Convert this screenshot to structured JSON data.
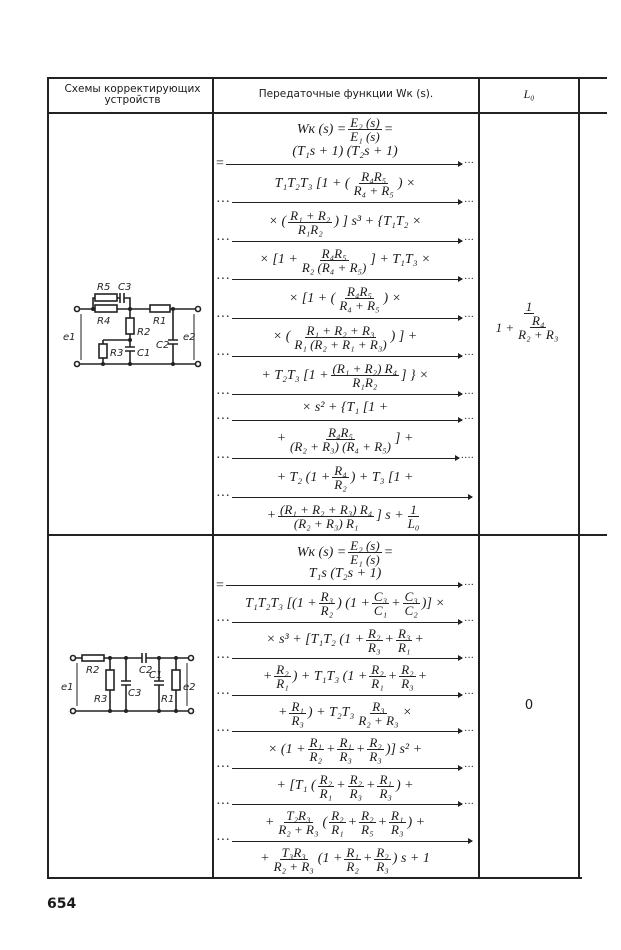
{
  "table": {
    "headers": {
      "schemes": "Схемы корректирующих устройств",
      "transfer": "Передаточные функции Wк (s).",
      "l0": "L₀"
    },
    "rows": [
      {
        "circuit_labels": {
          "r5": "R5",
          "c3": "C3",
          "r4": "R4",
          "r1": "R1",
          "r2": "R2",
          "c2": "C2",
          "r3": "R3",
          "c1": "C1",
          "e1": "e1",
          "e2": "e2"
        },
        "formula": [
          {
            "t": "eq",
            "s": [
              "Wк (s) = ",
              {
                "n": "E₂ (s)",
                "d": "E₁ (s)"
              },
              " ="
            ]
          },
          {
            "t": "eq",
            "s": [
              "(T₁s + 1) (T₂s + 1)"
            ]
          },
          {
            "t": "bar",
            "lead": "=",
            "tail": "···"
          },
          {
            "t": "eq",
            "s": [
              "T₁T₂T₃ [1 + (",
              {
                "n": "R₄R₅",
                "d": "R₄ + R₅"
              },
              ") ×"
            ]
          },
          {
            "t": "bar",
            "lead": "···",
            "tail": "···"
          },
          {
            "t": "eq",
            "s": [
              "× (",
              {
                "n": "R₁ + R₂",
                "d": "R₁R₂"
              },
              ") ] s³ + {T₁T₂ ×"
            ]
          },
          {
            "t": "bar",
            "lead": "···",
            "tail": "···"
          },
          {
            "t": "eq",
            "s": [
              "× [1 + ",
              {
                "n": "R₄R₅",
                "d": "R₂ (R₄ + R₅)"
              },
              "] + T₁T₃ ×"
            ]
          },
          {
            "t": "bar",
            "lead": "···",
            "tail": "···"
          },
          {
            "t": "eq",
            "s": [
              "× [1 + (",
              {
                "n": "R₄R₅",
                "d": "R₄ + R₅"
              },
              ") ×"
            ]
          },
          {
            "t": "bar",
            "lead": "···",
            "tail": "···"
          },
          {
            "t": "eq",
            "s": [
              "× (",
              {
                "n": "R₁ + R₂ + R₃",
                "d": "R₁ (R₂ + R₁ + R₃)"
              },
              ") ] +"
            ]
          },
          {
            "t": "bar",
            "lead": "···",
            "tail": "···"
          },
          {
            "t": "eq",
            "s": [
              "+ T₂T₃ [1 + ",
              {
                "n": "(R₁ + R₂) R₄",
                "d": "R₁R₂"
              },
              "] } ×"
            ]
          },
          {
            "t": "bar",
            "lead": "···",
            "tail": "···"
          },
          {
            "t": "eq",
            "s": [
              "× s² + {T₁ [1 +"
            ]
          },
          {
            "t": "bar",
            "lead": "···",
            "tail": "···"
          },
          {
            "t": "eq",
            "s": [
              "+ ",
              {
                "n": "R₄R₅",
                "d": "(R₂ + R₃) (R₄ + R₅)"
              },
              "] +"
            ]
          },
          {
            "t": "bar",
            "lead": "···",
            "tail": "····"
          },
          {
            "t": "eq",
            "s": [
              "+ T₂ (1 + ",
              {
                "n": "R₄",
                "d": "R₂"
              },
              ") + T₃ [1 +"
            ]
          },
          {
            "t": "bar",
            "lead": "···",
            "tail": ""
          },
          {
            "t": "eq",
            "s": [
              "+ ",
              {
                "n": "(R₁ + R₂ + R₃) R₄",
                "d": "(R₂ + R₃) R₁"
              },
              "] s + ",
              {
                "n": "1",
                "d": "L₀"
              }
            ]
          }
        ],
        "l0": {
          "n": "1",
          "d_lead": "1 + ",
          "d_frac": {
            "n": "R₄",
            "d": "R₂ + R₃"
          }
        }
      },
      {
        "circuit_labels": {
          "r2": "R2",
          "c2": "C2",
          "r3": "R3",
          "c3": "C3",
          "c1": "C1",
          "r1": "R1",
          "e1": "e1",
          "e2": "e2"
        },
        "formula": [
          {
            "t": "eq",
            "s": [
              "Wк (s) = ",
              {
                "n": "E₂ (s)",
                "d": "E₁ (s)"
              },
              " ="
            ]
          },
          {
            "t": "eq",
            "s": [
              "T₁s (T₂s + 1)"
            ]
          },
          {
            "t": "bar",
            "lead": "=",
            "tail": "···"
          },
          {
            "t": "eq",
            "s": [
              "T₁T₂T₃ [(1 + ",
              {
                "n": "R₃",
                "d": "R₂"
              },
              ") (1 + ",
              {
                "n": "C₃",
                "d": "C₁"
              },
              " + ",
              {
                "n": "C₃",
                "d": "C₂"
              },
              ")] ×"
            ]
          },
          {
            "t": "bar",
            "lead": "···",
            "tail": "···"
          },
          {
            "t": "eq",
            "s": [
              "× s³ + [T₁T₂ (1 + ",
              {
                "n": "R₂",
                "d": "R₃"
              },
              " + ",
              {
                "n": "R₃",
                "d": "R₁"
              },
              " +"
            ]
          },
          {
            "t": "bar",
            "lead": "···",
            "tail": "···"
          },
          {
            "t": "eq",
            "s": [
              "+ ",
              {
                "n": "R₂",
                "d": "R₁"
              },
              ") + T₁T₃ (1 + ",
              {
                "n": "R₂",
                "d": "R₁"
              },
              " + ",
              {
                "n": "R₂",
                "d": "R₃"
              },
              " +"
            ]
          },
          {
            "t": "bar",
            "lead": "···",
            "tail": "···"
          },
          {
            "t": "eq",
            "s": [
              "+ ",
              {
                "n": "R₁",
                "d": "R₃"
              },
              ") + T₂T₃ ",
              {
                "n": "R₃",
                "d": "R₂ + R₃"
              },
              " ×"
            ]
          },
          {
            "t": "bar",
            "lead": "···",
            "tail": "···"
          },
          {
            "t": "eq",
            "s": [
              "× (1 + ",
              {
                "n": "R₁",
                "d": "R₂"
              },
              " + ",
              {
                "n": "R₁",
                "d": "R₃"
              },
              " + ",
              {
                "n": "R₂",
                "d": "R₃"
              },
              ")] s² +"
            ]
          },
          {
            "t": "bar",
            "lead": "···",
            "tail": "···"
          },
          {
            "t": "eq",
            "s": [
              "+ [T₁ (",
              {
                "n": "R₂",
                "d": "R₁"
              },
              " + ",
              {
                "n": "R₂",
                "d": "R₃"
              },
              " + ",
              {
                "n": "R₁",
                "d": "R₃"
              },
              ") +"
            ]
          },
          {
            "t": "bar",
            "lead": "···",
            "tail": "···"
          },
          {
            "t": "eq",
            "s": [
              "+ ",
              {
                "n": "T₂R₃",
                "d": "R₂ + R₃"
              },
              " (",
              {
                "n": "R₂",
                "d": "R₁"
              },
              " + ",
              {
                "n": "R₂",
                "d": "R₅"
              },
              " + ",
              {
                "n": "R₁",
                "d": "R₃"
              },
              ") +"
            ]
          },
          {
            "t": "bar",
            "lead": "···",
            "tail": ""
          },
          {
            "t": "eq",
            "s": [
              "+ ",
              {
                "n": "T₃R₃",
                "d": "R₂ + R₃"
              },
              " (1 + ",
              {
                "n": "R₁",
                "d": "R₂"
              },
              " + ",
              {
                "n": "R₂",
                "d": "R₃"
              },
              ") s + 1"
            ]
          }
        ],
        "l0_value": "0"
      }
    ]
  },
  "page_number": "654"
}
